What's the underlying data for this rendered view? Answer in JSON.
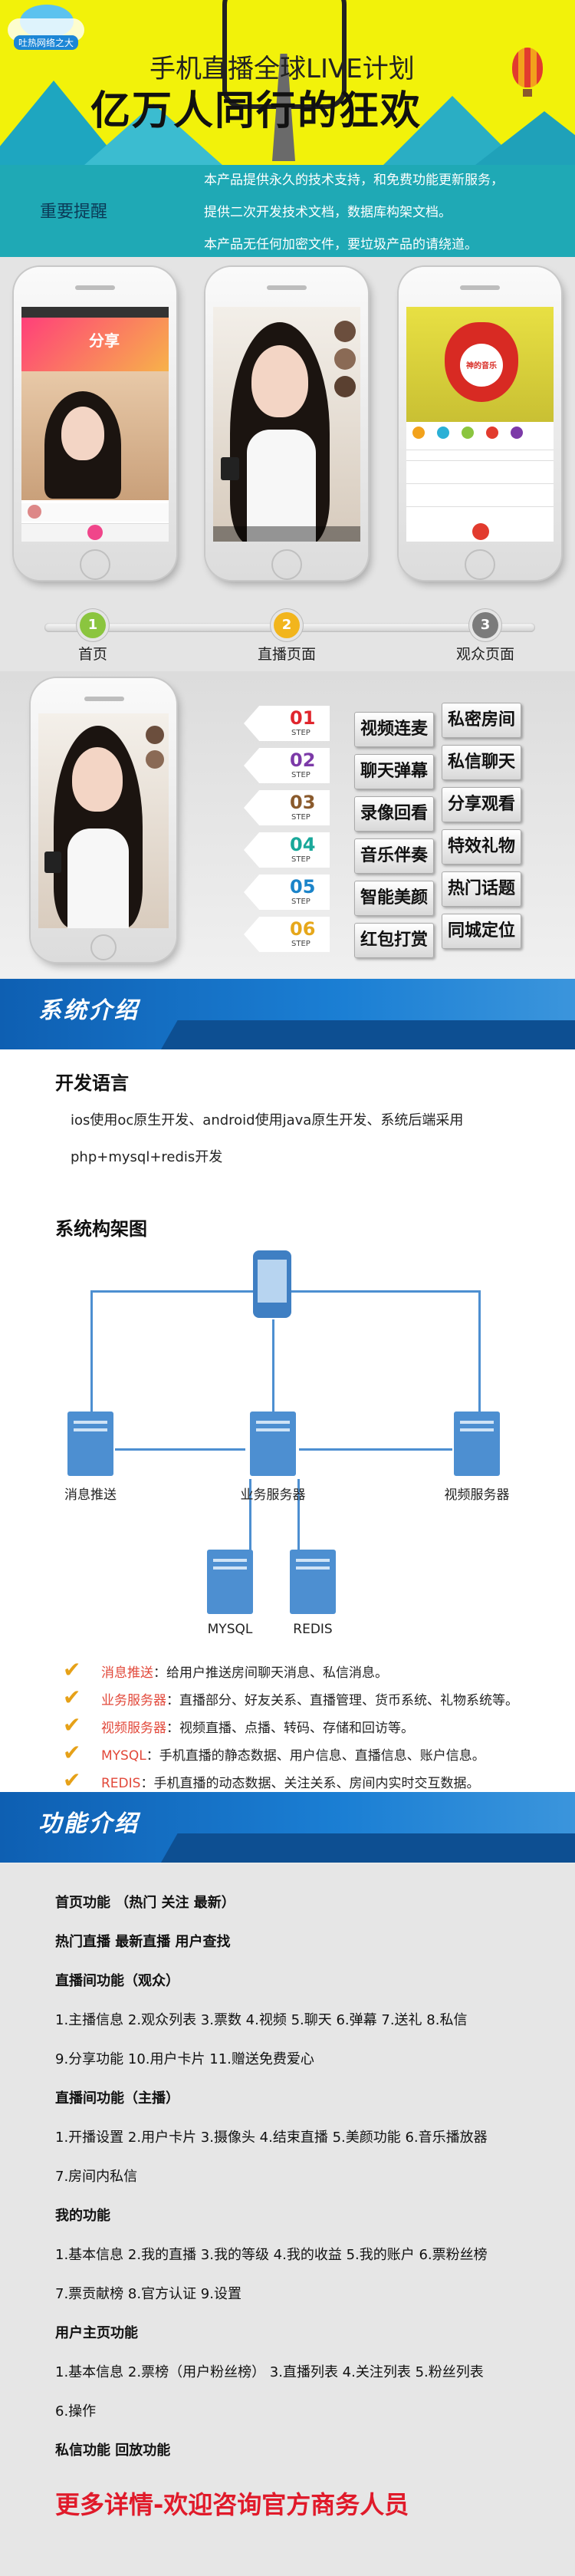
{
  "hero": {
    "logo_text": "吐热网络之大",
    "title_line1": "手机直播全球LIVE计划",
    "title_line2": "亿万人同行的狂欢"
  },
  "notice": {
    "label": "重要提醒",
    "lines": [
      "本产品提供永久的技术支持，和免费功能更新服务，",
      "提供二次开发技术文档，数据库构架文档。",
      "本产品无任何加密文件，要垃圾产品的请绕道。"
    ]
  },
  "phones": {
    "p1_banner": "分享",
    "p3_logo": "神的音乐"
  },
  "steps": [
    {
      "num": "1",
      "label": "首页",
      "color": "#8bc53f"
    },
    {
      "num": "2",
      "label": "直播页面",
      "color": "#f2b51c"
    },
    {
      "num": "3",
      "label": "观众页面",
      "color": "#7b7b7b"
    }
  ],
  "features": {
    "step_word": "STEP",
    "steps": [
      {
        "num": "01",
        "color": "#e0252d"
      },
      {
        "num": "02",
        "color": "#7c3aa8"
      },
      {
        "num": "03",
        "color": "#8a5a2c"
      },
      {
        "num": "04",
        "color": "#19a89a"
      },
      {
        "num": "05",
        "color": "#1b84c9"
      },
      {
        "num": "06",
        "color": "#e6a71b"
      }
    ],
    "left": [
      "视频连麦",
      "聊天弹幕",
      "录像回看",
      "音乐伴奏",
      "智能美颜",
      "红包打赏"
    ],
    "right": [
      "私密房间",
      "私信聊天",
      "分享观看",
      "特效礼物",
      "热门话题",
      "同城定位"
    ]
  },
  "system": {
    "banner": "系统介绍",
    "lang_title": "开发语言",
    "lang_line1": "ios使用oc原生开发、android使用java原生开发、系统后端采用",
    "lang_line2": "php+mysql+redis开发",
    "arch_title": "系统构架图",
    "nodes": {
      "push": "消息推送",
      "biz": "业务服务器",
      "video": "视频服务器",
      "mysql": "MYSQL",
      "redis": "REDIS"
    },
    "bullets": [
      {
        "key": "消息推送",
        "text": "：给用户推送房间聊天消息、私信消息。"
      },
      {
        "key": "业务服务器",
        "text": "：直播部分、好友关系、直播管理、货币系统、礼物系统等。"
      },
      {
        "key": "视频服务器",
        "text": "：视频直播、点播、转码、存储和回访等。"
      },
      {
        "key": "MYSQL",
        "text": "：手机直播的静态数据、用户信息、直播信息、账户信息。"
      },
      {
        "key": "REDIS",
        "text": "：手机直播的动态数据、关注关系、房间内实时交互数据。"
      }
    ]
  },
  "func": {
    "banner": "功能介绍",
    "lines": [
      {
        "t": "首页功能 （热门 关注 最新）",
        "b": true
      },
      {
        "t": "热门直播      最新直播      用户查找",
        "b": true
      },
      {
        "t": "直播间功能（观众）",
        "b": true
      },
      {
        "t": "1.主播信息  2.观众列表  3.票数  4.视频  5.聊天  6.弹幕  7.送礼  8.私信",
        "b": false
      },
      {
        "t": "9.分享功能   10.用户卡片   11.赠送免费爱心",
        "b": false
      },
      {
        "t": "直播间功能（主播）",
        "b": true
      },
      {
        "t": "1.开播设置   2.用户卡片   3.摄像头   4.结束直播   5.美颜功能   6.音乐播放器",
        "b": false
      },
      {
        "t": "7.房间内私信",
        "b": false
      },
      {
        "t": "我的功能",
        "b": true
      },
      {
        "t": "1.基本信息   2.我的直播   3.我的等级   4.我的收益   5.我的账户   6.票粉丝榜",
        "b": false
      },
      {
        "t": "7.票贡献榜   8.官方认证   9.设置",
        "b": false
      },
      {
        "t": "用户主页功能",
        "b": true
      },
      {
        "t": "1.基本信息  2.票榜（用户粉丝榜）  3.直播列表  4.关注列表  5.粉丝列表",
        "b": false
      },
      {
        "t": "6.操作",
        "b": false
      },
      {
        "t": "私信功能      回放功能",
        "b": true
      }
    ],
    "cta": "更多详情-欢迎咨询官方商务人员"
  }
}
